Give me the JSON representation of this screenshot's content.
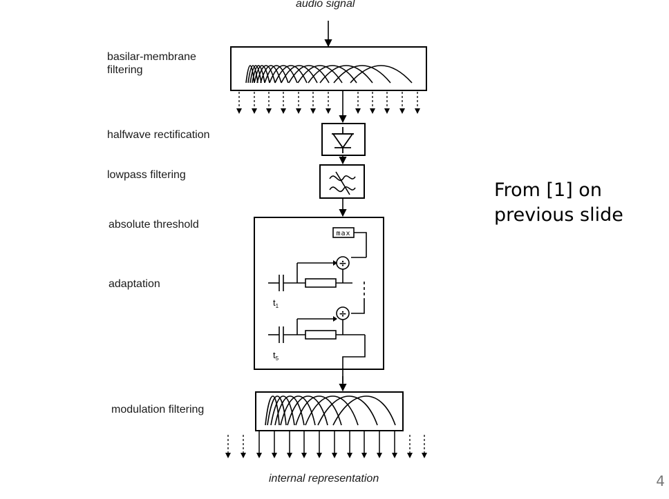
{
  "diagram": {
    "input_label": "audio signal",
    "output_label": "internal representation",
    "stages": {
      "basilar": "basilar-membrane filtering",
      "halfwave": "halfwave rectification",
      "lowpass": "lowpass filtering",
      "threshold": "absolute threshold",
      "adaptation": "adaptation",
      "modulation": "modulation filtering"
    },
    "max_label": "max",
    "tau_first": "t",
    "tau_first_sub": "1",
    "tau_last": "t",
    "tau_last_sub": "5",
    "divide_symbol": "÷"
  },
  "note": {
    "line1": "From [1] on",
    "line2": "previous slide"
  },
  "page_number": "4"
}
